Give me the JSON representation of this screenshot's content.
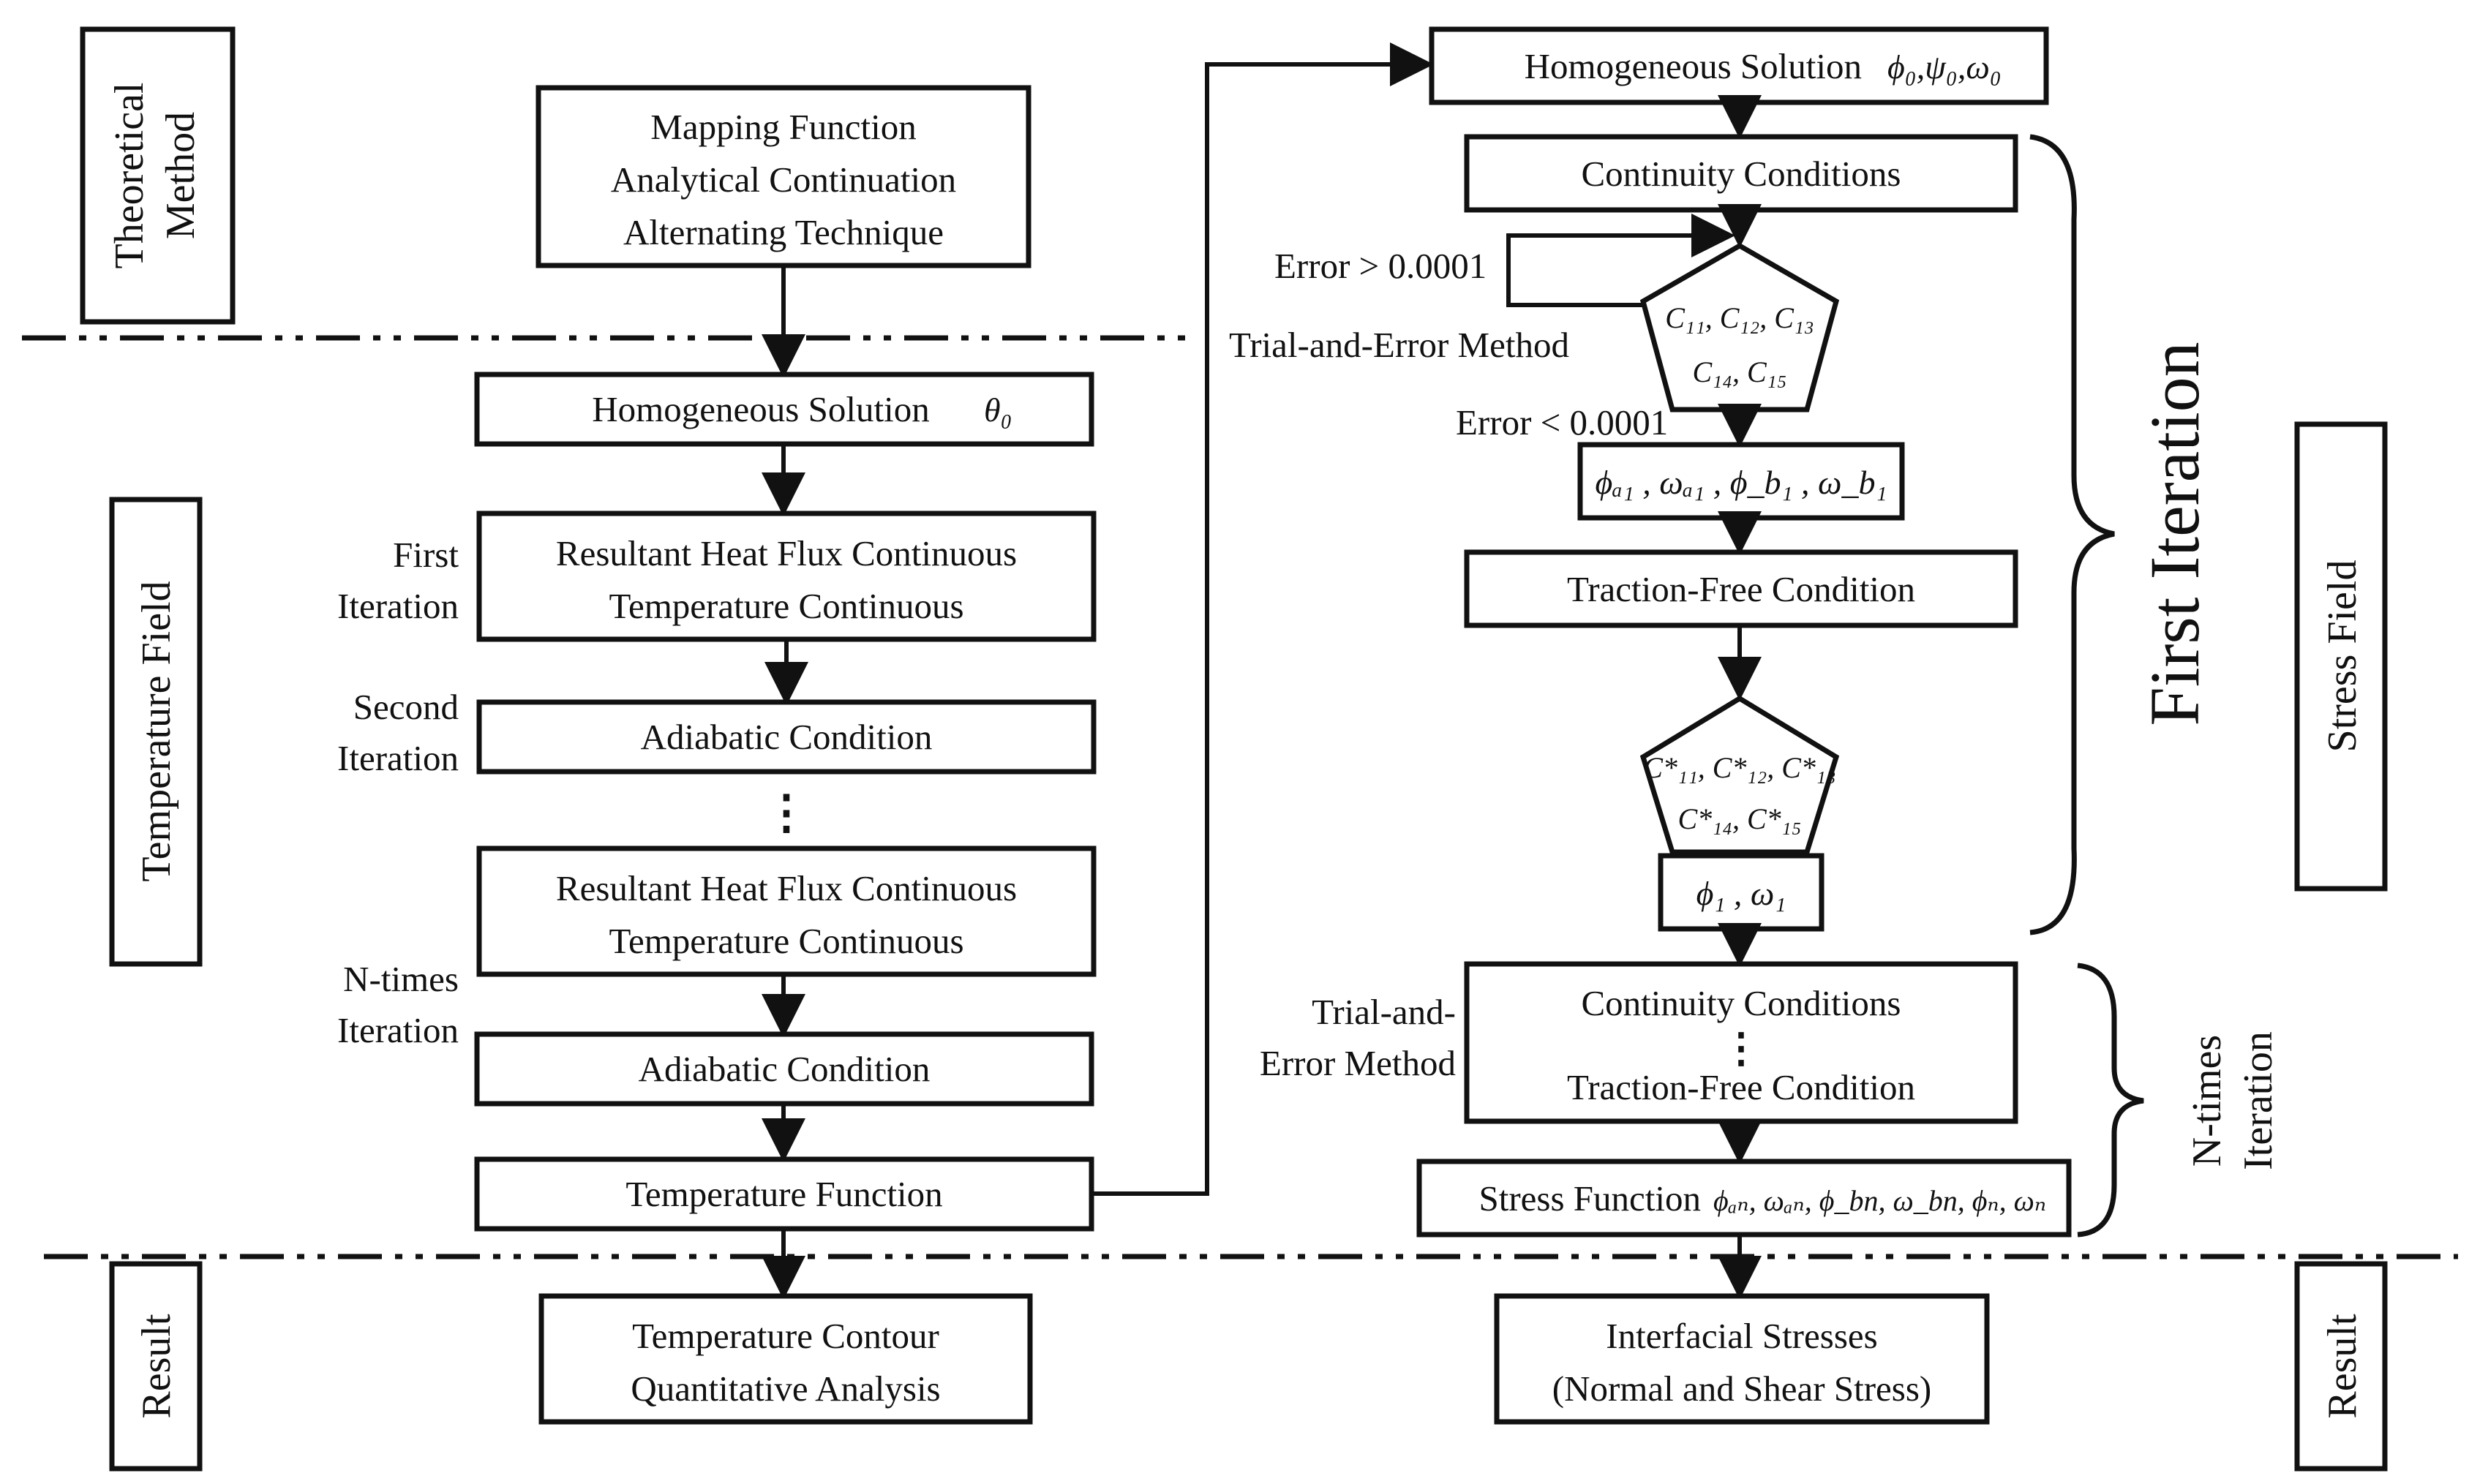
{
  "sections": {
    "theoretical_method": [
      "Theoretical",
      "Method"
    ],
    "temperature_field": "Temperature Field",
    "stress_field": "Stress  Field",
    "result_left": "Result",
    "result_right": "Result"
  },
  "left": {
    "mapping": [
      "Mapping Function",
      "Analytical Continuation",
      "Alternating Technique"
    ],
    "homogeneous_temp": "Homogeneous Solution",
    "homogeneous_temp_symbol": "θ₀",
    "first_iter_label": [
      "First",
      "Iteration"
    ],
    "resultant_1": [
      "Resultant Heat Flux Continuous",
      "Temperature Continuous"
    ],
    "second_iter_label": [
      "Second",
      "Iteration"
    ],
    "adiabatic_1": "Adiabatic Condition",
    "ellipsis": "⋮",
    "resultant_n": [
      "Resultant Heat Flux Continuous",
      "Temperature Continuous"
    ],
    "ntimes_iter_label": [
      "N-times",
      "Iteration"
    ],
    "adiabatic_n": "Adiabatic Condition",
    "temperature_function": "Temperature Function",
    "temperature_contour": [
      "Temperature Contour",
      "Quantitative Analysis"
    ]
  },
  "right": {
    "homogeneous_stress": "Homogeneous Solution",
    "homogeneous_stress_symbols": "ϕ₀,ψ₀,ω₀",
    "continuity": "Continuity Conditions",
    "error_gt": "Error > 0.0001",
    "trial_error_1": "Trial-and-Error Method",
    "error_lt": "Error < 0.0001",
    "pentagon_1": [
      "C₁₁, C₁₂, C₁₃",
      "C₁₄, C₁₅"
    ],
    "phi_a1": "ϕₐ₁ ,  ωₐ₁ ,  ϕ_b₁ ,  ω_b₁",
    "traction_free": "Traction-Free Condition",
    "pentagon_2": [
      "C*₁₁, C*₁₂, C*₁₃",
      "C*₁₄, C*₁₅"
    ],
    "phi_1": "ϕ₁ ,  ω₁",
    "trial_error_2": [
      "Trial-and-",
      "Error Method"
    ],
    "ntimes_box": [
      "Continuity Conditions",
      "⋮",
      "Traction-Free Condition"
    ],
    "stress_function": "Stress Function",
    "stress_function_symbols": "ϕₐₙ, ωₐₙ, ϕ_bn, ω_bn, ϕₙ, ωₙ",
    "first_iteration_brace": "First Iteration",
    "ntimes_brace": [
      "N-times",
      "Iteration"
    ],
    "interfacial": [
      "Interfacial Stresses",
      "(Normal and Shear Stress)"
    ]
  }
}
